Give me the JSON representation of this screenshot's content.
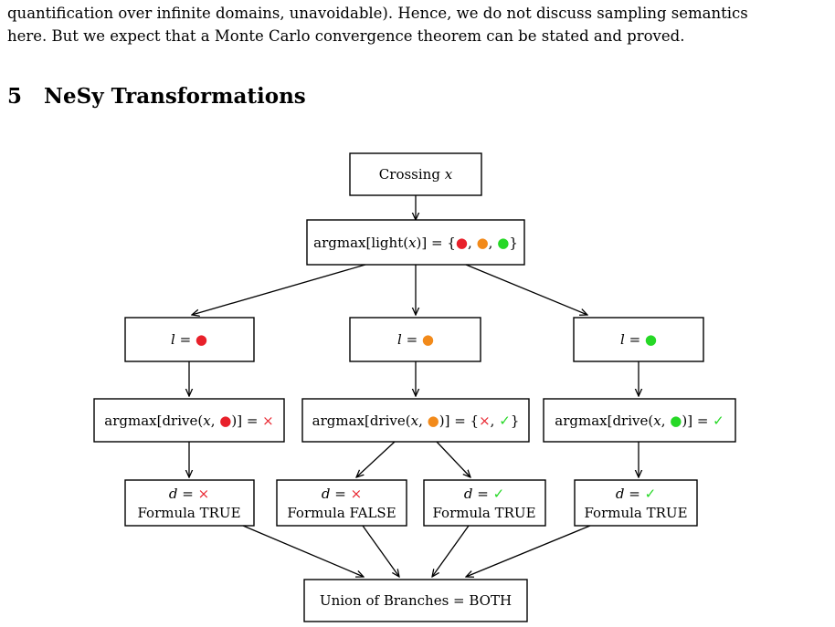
{
  "text": {
    "line1": "quantification over infinite domains, unavoidable). Hence, we do not discuss sampling semantics",
    "line2": "here. But we expect that a Monte Carlo convergence theorem can be stated and proved."
  },
  "section": {
    "number": "5",
    "title": "NeSy Transformations"
  },
  "diagram": {
    "root": {
      "label": "Crossing",
      "var": "x"
    },
    "light": {
      "prefix": "argmax[light(",
      "var": "x",
      "suffix": ")] = {",
      "sep": ",",
      "close": "}"
    },
    "branches": {
      "l_var": "l",
      "eq": "=",
      "drive_prefix": "argmax[drive(",
      "drive_var": "x",
      "drive_comma": ",",
      "drive_close": ")] =",
      "open_brace": "{",
      "comma": ",",
      "close_brace": "}",
      "cross": "×",
      "check": "✓"
    },
    "leaves": {
      "d_var": "d",
      "eq": "=",
      "a": "Formula TRUE",
      "b": "Formula FALSE",
      "c": "Formula TRUE",
      "d": "Formula TRUE"
    },
    "union": "Union of Branches = BOTH"
  },
  "colors": {
    "red": "#e8202a",
    "orange": "#f28a1a",
    "green": "#26d826"
  }
}
